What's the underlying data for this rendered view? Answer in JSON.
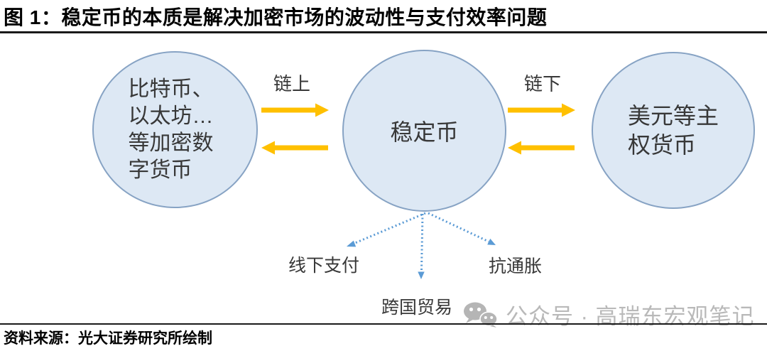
{
  "page": {
    "title": "图 1：稳定币的本质是解决加密市场的波动性与支付效率问题",
    "source": "资料来源：光大证券研究所绘制",
    "watermark": {
      "icon": "wechat-icon",
      "text": "公众号 · 高瑞东宏观笔记"
    }
  },
  "diagram": {
    "nodes": {
      "crypto": {
        "label": "比特币、\n以太坊…\n等加密数\n字货币"
      },
      "stablecoin": {
        "label": "稳定币"
      },
      "fiat": {
        "label": "美元等主\n权货币"
      }
    },
    "flows": {
      "onchain_label": "链上",
      "offchain_label": "链下"
    },
    "applications": {
      "offline_payment": "线下支付",
      "cross_border_trade": "跨国贸易",
      "anti_inflation": "抗通胀"
    },
    "colors": {
      "node_fill": "#dde8f4",
      "node_border": "#87a3c4",
      "solid_arrow": "#ffc000",
      "dotted_arrow": "#5b9bd5",
      "watermark_gray": "#b9b9b9",
      "text": "#383838"
    }
  }
}
